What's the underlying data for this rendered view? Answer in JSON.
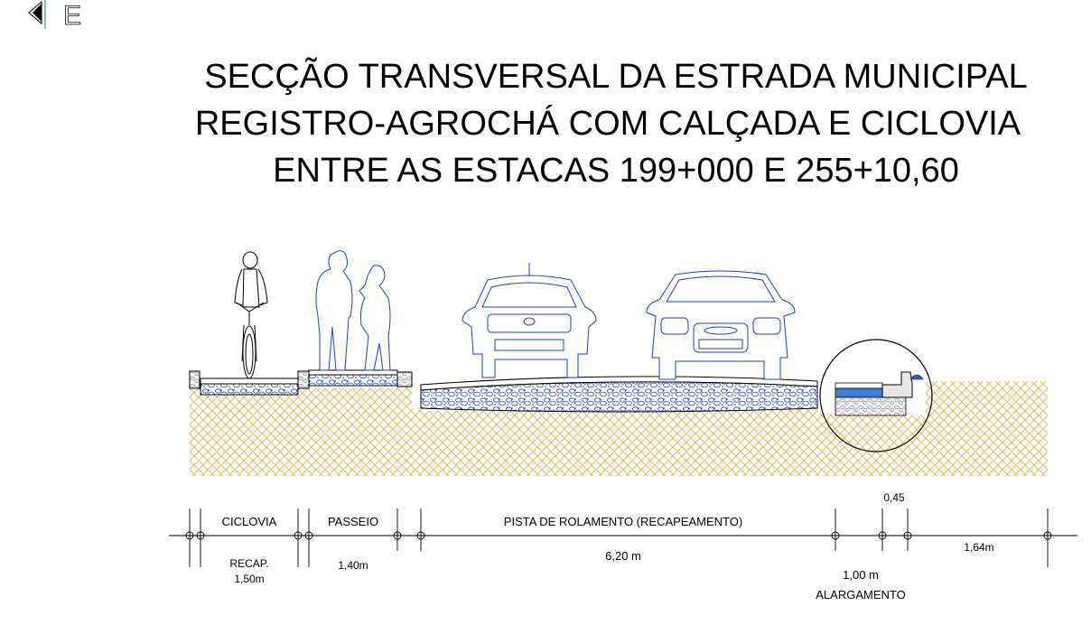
{
  "title": {
    "line1": "SECÇÃO TRANSVERSAL DA ESTRADA MUNICIPAL",
    "line2": "REGISTRO-AGROCHÁ COM CALÇADA E CICLOVIA",
    "line3": "ENTRE AS ESTACAS 199+000 E 255+10,60"
  },
  "corner_mark": "E",
  "dimensions": {
    "ciclovia_label": "CICLOVIA",
    "ciclovia_note": "RECAP.",
    "ciclovia_width": "1,50m",
    "passeio_label": "PASSEIO",
    "passeio_width": "1,40m",
    "pista_label": "PISTA DE ROLAMENTO (RECAPEAMENTO)",
    "pista_width": "6,20 m",
    "alargamento_width": "1,00 m",
    "alargamento_label": "ALARGAMENTO",
    "guia_width": "0,45",
    "lateral_width": "1,64m"
  },
  "colors": {
    "soil": "#d9b44a",
    "figure_outline": "#1e3fbf",
    "pavement_stone": "#1e3fbf",
    "drain_fill": "#3f7fd9",
    "line": "#000000"
  },
  "icons": [
    "cyclist-icon",
    "pedestrians-icon",
    "car-rear-icon",
    "car-front-icon",
    "detail-circle-icon",
    "north-arrow-icon"
  ]
}
